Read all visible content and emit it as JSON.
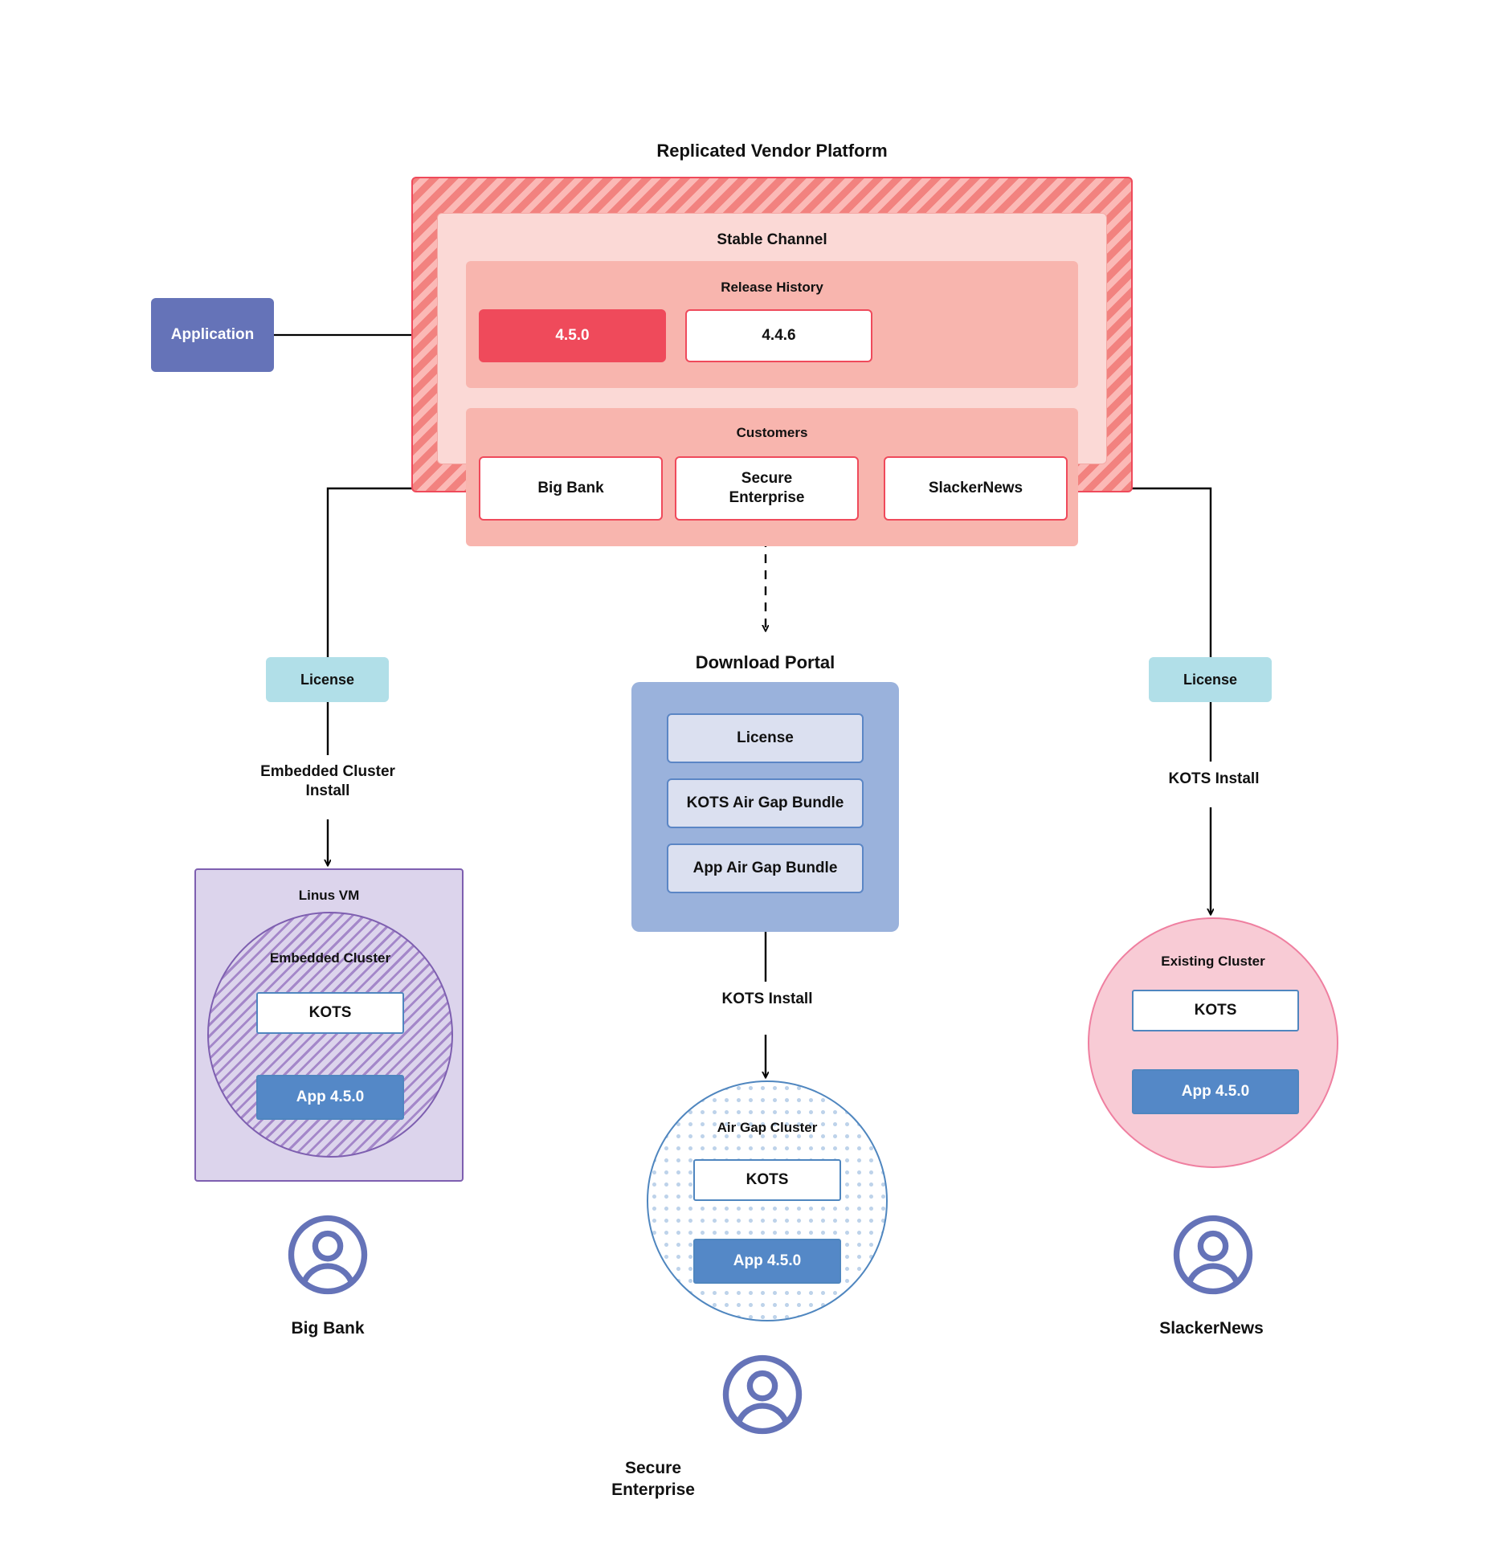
{
  "diagram": {
    "title": "Replicated Vendor Platform",
    "vendor_platform": {
      "title": "Replicated Vendor Platform",
      "channel": {
        "title": "Stable Channel",
        "release_history": {
          "title": "Release History",
          "releases": [
            {
              "version": "4.5.0",
              "state": "latest"
            },
            {
              "version": "4.4.6",
              "state": "previous"
            }
          ]
        },
        "customers": {
          "title": "Customers",
          "items": [
            {
              "name": "Big Bank"
            },
            {
              "name": "Secure\nEnterprise"
            },
            {
              "name": "SlackerNews"
            }
          ]
        }
      }
    },
    "application": {
      "label": "Application"
    },
    "licenses": [
      {
        "label": "License"
      },
      {
        "label": "License"
      }
    ],
    "download_portal": {
      "title": "Download  Portal",
      "items": [
        {
          "label": "License"
        },
        {
          "label": "KOTS Air Gap Bundle"
        },
        {
          "label": "App Air Gap Bundle"
        }
      ]
    },
    "edge_labels": {
      "embedded_cluster_install": "Embedded Cluster\nInstall",
      "kots_install_center": "KOTS Install",
      "kots_install_right": "KOTS Install"
    },
    "targets": {
      "left": {
        "host_label": "Linus VM",
        "cluster_label": "Embedded Cluster",
        "kots_label": "KOTS",
        "app_label": "App 4.5.0",
        "customer_name": "Big Bank"
      },
      "center": {
        "cluster_label": "Air Gap Cluster",
        "kots_label": "KOTS",
        "app_label": "App 4.5.0",
        "customer_name": "Secure\nEnterprise"
      },
      "right": {
        "cluster_label": "Existing Cluster",
        "kots_label": "KOTS",
        "app_label": "App 4.5.0",
        "customer_name": "SlackerNews"
      }
    },
    "icons": {
      "avatar": "user-avatar-icon"
    },
    "colors": {
      "vendor_hatch": "#f2827f",
      "vendor_hatch_stripe": "#fbb9b6",
      "vendor_border": "#ef4a5b",
      "channel_bg": "#fbd9d6",
      "panel_bg": "#f8b5ae",
      "release_latest": "#ef4a5b",
      "application": "#6573b8",
      "license_chip": "#b1dfe8",
      "portal_panel": "#9ab2dc",
      "portal_item": "#dbe0f0",
      "portal_border": "#5b86c5",
      "vm_bg": "#dcd4ec",
      "vm_border": "#7e5fb0",
      "airgap_border": "#4f86bf",
      "existing_cluster": "#f8cbd5",
      "existing_border": "#ef7fa0",
      "app_box": "#5488c7",
      "avatar": "#6573b8"
    }
  }
}
